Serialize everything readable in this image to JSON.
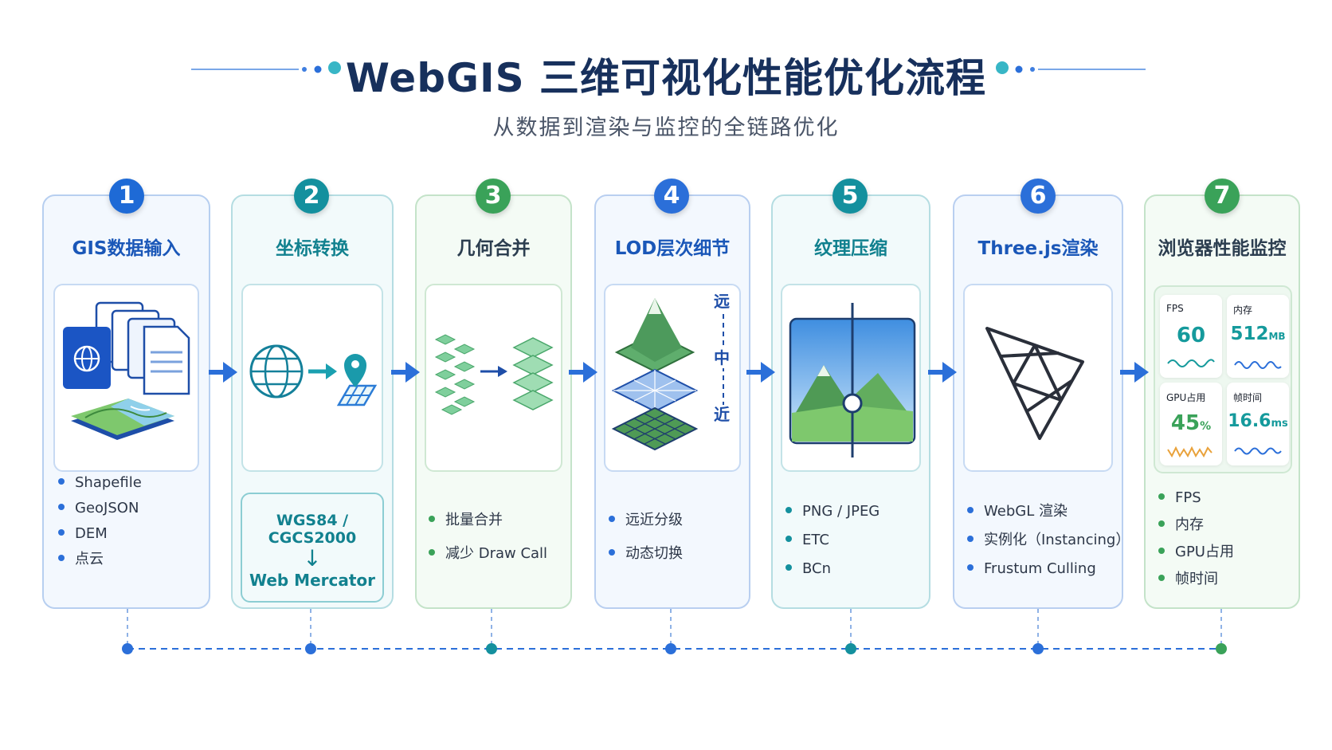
{
  "header": {
    "title": "WebGIS 三维可视化性能优化流程",
    "subtitle": "从数据到渲染与监控的全链路优化"
  },
  "colors": {
    "blue": "#2b6fd9",
    "teal": "#12818f",
    "green": "#3aa259",
    "title": "#17305c"
  },
  "steps": [
    {
      "num": "1",
      "title": "GIS数据输入",
      "icon": "data-files-icon",
      "items": [
        "Shapefile",
        "GeoJSON",
        "DEM",
        "点云"
      ]
    },
    {
      "num": "2",
      "title": "坐标转换",
      "icon": "globe-to-map-icon",
      "conversion": {
        "from": "WGS84 / CGCS2000",
        "arrow": "↓",
        "to": "Web Mercator"
      },
      "items": []
    },
    {
      "num": "3",
      "title": "几何合并",
      "icon": "merge-tiles-icon",
      "items": [
        "批量合并",
        "减少 Draw Call"
      ]
    },
    {
      "num": "4",
      "title": "LOD层次细节",
      "icon": "lod-layers-icon",
      "lod_labels": [
        "远",
        "中",
        "近"
      ],
      "items": [
        "远近分级",
        "动态切换"
      ]
    },
    {
      "num": "5",
      "title": "纹理压缩",
      "icon": "texture-compare-icon",
      "items": [
        "PNG / JPEG",
        "ETC",
        "BCn"
      ]
    },
    {
      "num": "6",
      "title": "Three.js渲染",
      "icon": "triangle-mesh-icon",
      "items": [
        "WebGL 渲染",
        "实例化（Instancing）",
        "Frustum Culling"
      ]
    },
    {
      "num": "7",
      "title": "浏览器性能监控",
      "icon": "monitor-dashboard-icon",
      "metrics": [
        {
          "label": "FPS",
          "value": "60",
          "unit": ""
        },
        {
          "label": "内存",
          "value": "512",
          "unit": "MB"
        },
        {
          "label": "GPU占用",
          "value": "45",
          "unit": "%"
        },
        {
          "label": "帧时间",
          "value": "16.6",
          "unit": "ms"
        }
      ],
      "items": [
        "FPS",
        "内存",
        "GPU占用",
        "帧时间"
      ]
    }
  ]
}
